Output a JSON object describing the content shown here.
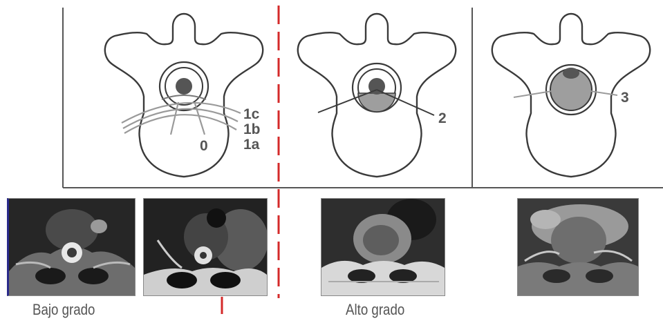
{
  "labels": {
    "grade_0": "0",
    "grade_1a": "1a",
    "grade_1b": "1b",
    "grade_1c": "1c",
    "grade_2": "2",
    "grade_3": "3"
  },
  "captions": {
    "low_grade": "Bajo grado",
    "high_grade": "Alto grado"
  },
  "colors": {
    "outline": "#3a3a3a",
    "tumor_fill": "#9e9e9e",
    "cord_fill": "#555555",
    "divider_red": "#d42a2a",
    "line_gray": "#9a9a9a"
  }
}
